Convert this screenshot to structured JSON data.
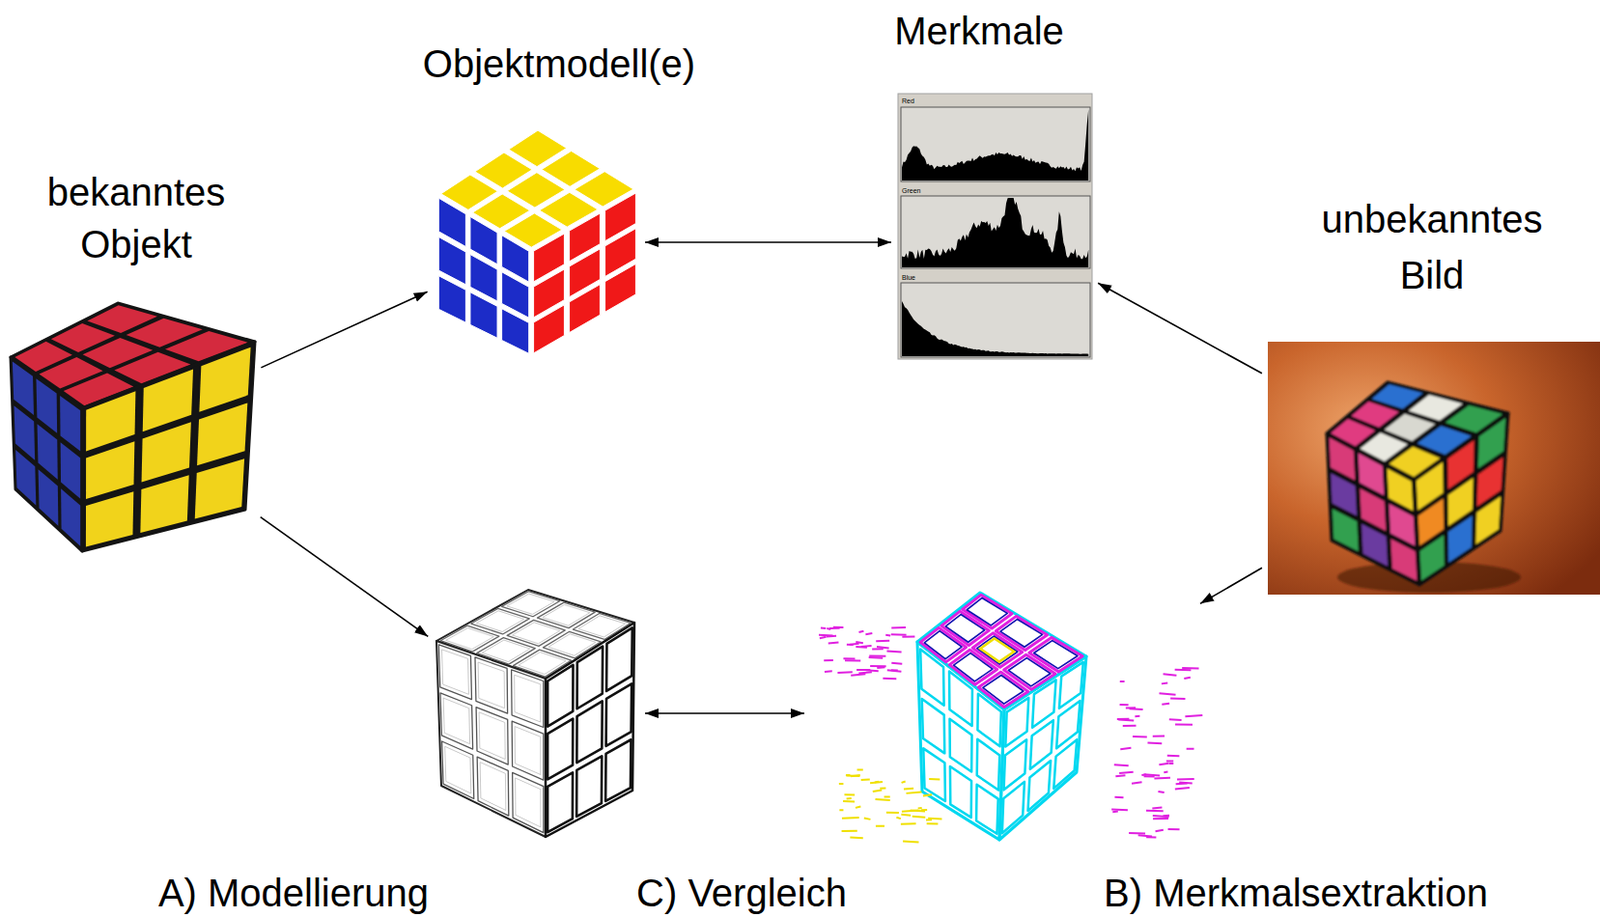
{
  "diagram": {
    "nodes": [
      {
        "text": [
          "bekanntes Objekt"
        ]
      },
      {
        "text": [
          "Objektmodell(e)"
        ]
      },
      {
        "text": [
          "Merkmale",
          "Red",
          "Green",
          "Blue"
        ]
      },
      {
        "text": [
          "unbekanntes Bild"
        ]
      },
      {
        "text": []
      },
      {
        "text": []
      }
    ],
    "edges": [
      {
        "from": 0,
        "to": 1,
        "arrow": "to"
      },
      {
        "from": 0,
        "to": 4,
        "arrow": "to"
      },
      {
        "from": 1,
        "to": 2,
        "arrow": "both"
      },
      {
        "from": 3,
        "to": 2,
        "arrow": "to"
      },
      {
        "from": 3,
        "to": 5,
        "arrow": "to"
      },
      {
        "from": 4,
        "to": 5,
        "arrow": "both"
      }
    ],
    "labels": [
      "A) Modellierung",
      "C) Vergleich",
      "B) Merkmalsextraktion"
    ]
  }
}
